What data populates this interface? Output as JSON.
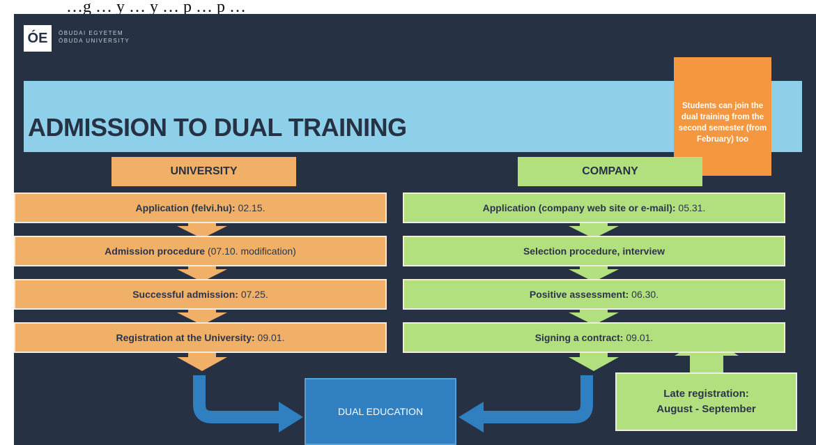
{
  "page": {
    "caption": "…g … y … y … p … p …"
  },
  "logo": {
    "mark": "ÓE",
    "line1": "ÓBUDAI EGYETEM",
    "line2": "ÓBUDA UNIVERSITY"
  },
  "title": "ADMISSION TO DUAL TRAINING",
  "callout": "Students can join the dual training from the second semester (from February) too",
  "columns": {
    "university": {
      "header": "UNIVERSITY",
      "steps": [
        {
          "bold": "Application (felvi.hu):",
          "normal": " 02.15."
        },
        {
          "bold": "Admission procedure",
          "normal": " (07.10. modification)"
        },
        {
          "bold": "Successful admission:",
          "normal": " 07.25."
        },
        {
          "bold": "Registration at the University:",
          "normal": " 09.01."
        }
      ]
    },
    "company": {
      "header": "COMPANY",
      "steps": [
        {
          "bold": "Application (company web site or e-mail):",
          "normal": " 05.31."
        },
        {
          "bold": "Selection procedure, interview",
          "normal": ""
        },
        {
          "bold": "Positive assessment:",
          "normal": " 06.30."
        },
        {
          "bold": "Signing a contract:",
          "normal": " 09.01."
        }
      ]
    }
  },
  "late_registration": {
    "line1": "Late registration:",
    "line2": "August - September"
  },
  "outcome": "DUAL EDUCATION",
  "colors": {
    "background": "#263143",
    "title_banner": "#8ed0ea",
    "university": "#f0b068",
    "company": "#b3e07f",
    "callout": "#f5973e",
    "outcome": "#2f7fc1"
  }
}
